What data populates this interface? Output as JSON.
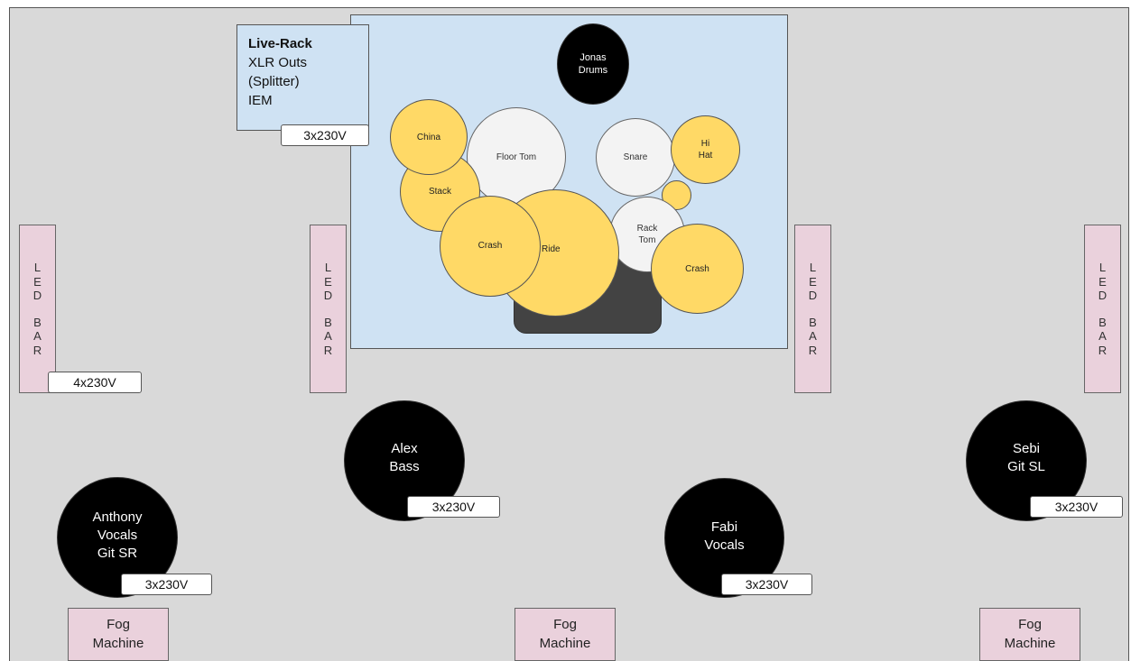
{
  "live_rack": {
    "title": "Live-Rack",
    "line1": "XLR Outs",
    "line2": "(Splitter)",
    "line3": "IEM",
    "power": "3x230V"
  },
  "drums": {
    "drummer": [
      "Jonas",
      "Drums"
    ],
    "china": "China",
    "floor_tom": "Floor Tom",
    "snare": "Snare",
    "hihat": [
      "Hi",
      "Hat"
    ],
    "stack": "Stack",
    "crash_left": "Crash",
    "ride": "Ride",
    "rack_tom": [
      "Rack",
      "Tom"
    ],
    "crash_right": "Crash"
  },
  "led_bars": {
    "letters_top": [
      "L",
      "E",
      "D"
    ],
    "letters_bottom": [
      "B",
      "A",
      "R"
    ],
    "power_left": "4x230V"
  },
  "musicians": {
    "alex": {
      "lines": [
        "Alex",
        "Bass"
      ],
      "power": "3x230V"
    },
    "anthony": {
      "lines": [
        "Anthony",
        "Vocals",
        "Git SR"
      ],
      "power": "3x230V"
    },
    "fabi": {
      "lines": [
        "Fabi",
        "Vocals"
      ],
      "power": "3x230V"
    },
    "sebi": {
      "lines": [
        "Sebi",
        "Git SL"
      ],
      "power": "3x230V"
    }
  },
  "fog_machines": {
    "line1": "Fog",
    "line2": "Machine"
  },
  "colors": {
    "floor": "#d9d9d9",
    "riser": "#cfe2f3",
    "cymbal": "#ffd966",
    "drum": "#f3f3f3",
    "led_bar": "#ead1dc",
    "monitor": "#000000"
  }
}
